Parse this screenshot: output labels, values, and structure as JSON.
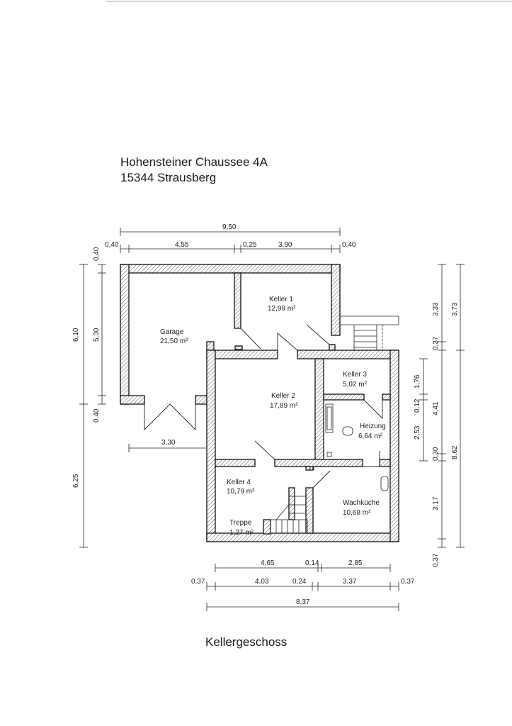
{
  "address": {
    "line1": "Hohensteiner Chaussee 4A",
    "line2": "15344 Strausberg"
  },
  "plan_title": "Kellergeschoss",
  "rooms": [
    {
      "name": "Garage",
      "area": "21,50 m²"
    },
    {
      "name": "Keller 1",
      "area": "12,99 m²"
    },
    {
      "name": "Keller 2",
      "area": "17,89 m²"
    },
    {
      "name": "Keller 3",
      "area": "5,02 m²"
    },
    {
      "name": "Heizung",
      "area": "6,64 m²"
    },
    {
      "name": "Keller 4",
      "area": "10,79 m²"
    },
    {
      "name": "Wachküche",
      "area": "10,68 m²"
    },
    {
      "name": "Treppe",
      "area": "1,27 m²"
    }
  ],
  "dimensions": {
    "top_total": "9,50",
    "top_row": [
      "0,40",
      "4,55",
      "0,25",
      "3,90",
      "0,40"
    ],
    "left_outer": [
      "6,10",
      "6,25"
    ],
    "left_inner": [
      "0,40",
      "5,30",
      "0,40"
    ],
    "garage_width": "3,30",
    "right_outer": [
      "3,73",
      "8,62"
    ],
    "right_mid": [
      "3,33",
      "0,37",
      "4,41",
      "0,30",
      "3,17",
      "0,37"
    ],
    "right_inner": [
      "1,76",
      "0,12",
      "2,53"
    ],
    "bottom_row1": [
      "4,65",
      "0,14",
      "2,85"
    ],
    "bottom_row2": [
      "0,37",
      "4,03",
      "0,24",
      "3,37",
      "0,37"
    ],
    "bottom_total": "8,37"
  }
}
